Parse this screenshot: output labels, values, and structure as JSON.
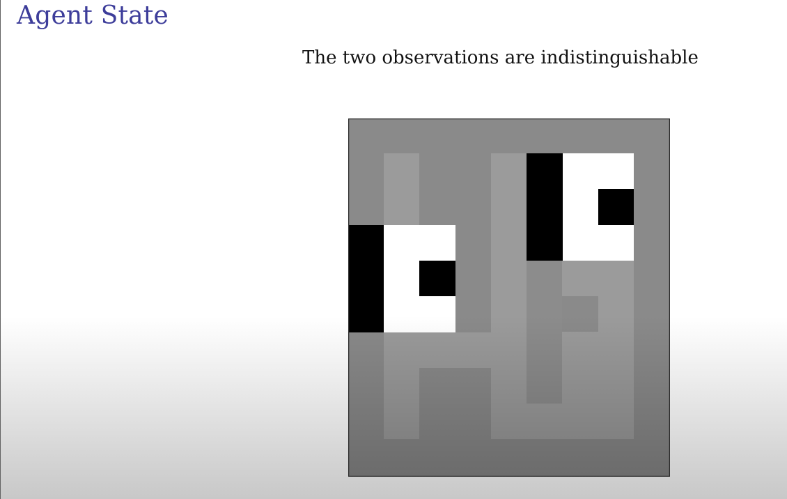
{
  "slide": {
    "title": "Agent State",
    "caption": "The two observations are indistinguishable"
  },
  "grid": {
    "rows": 10,
    "cols": 9,
    "colors": {
      "background": "#8a8a8a",
      "corridor": "#9b9b9b",
      "dark_corridor": "#888888",
      "black": "#000000",
      "white": "#ffffff",
      "border": "#2a2a2a"
    },
    "bottom_shade": "#707070"
  }
}
